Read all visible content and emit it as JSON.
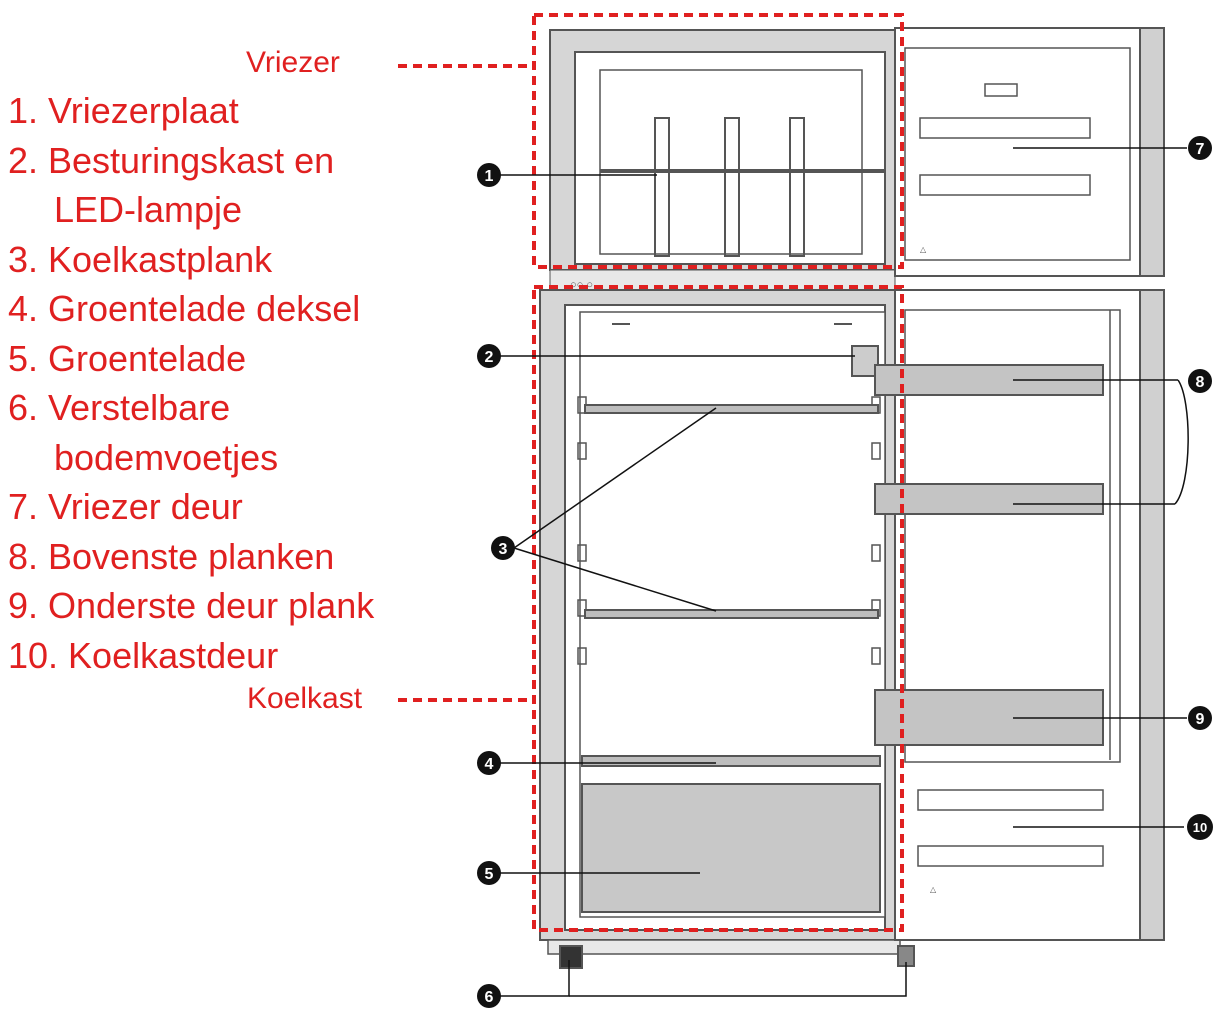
{
  "zones": {
    "freezer_label": "Vriezer",
    "fridge_label": "Koelkast"
  },
  "legend": [
    "1. Vriezerplaat",
    "2. Besturingskast en",
    "LED-lampje",
    "3. Koelkastplank",
    "4. Groentelade deksel",
    "5. Groentelade",
    "6. Verstelbare",
    "bodemvoetjes",
    "7. Vriezer deur",
    "8. Bovenste planken",
    "9. Onderste deur plank",
    "10. Koelkastdeur"
  ],
  "callouts": [
    "1",
    "2",
    "3",
    "4",
    "5",
    "6",
    "7",
    "8",
    "9",
    "10"
  ],
  "colors": {
    "accent": "#e02020",
    "line_art": "#555555",
    "badge": "#111111"
  }
}
